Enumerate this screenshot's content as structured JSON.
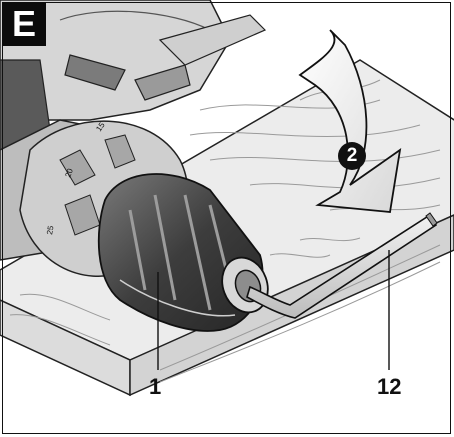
{
  "figure": {
    "panel_label": "E",
    "step_marker": "2",
    "callouts": [
      {
        "id": "chuck",
        "text": "1"
      },
      {
        "id": "hex-key",
        "text": "12"
      }
    ]
  },
  "colors": {
    "ink": "#111111",
    "wood": "#e9e9e9",
    "chuck_dark": "#4a4a4a",
    "chuck_mid": "#8a8a8a"
  }
}
